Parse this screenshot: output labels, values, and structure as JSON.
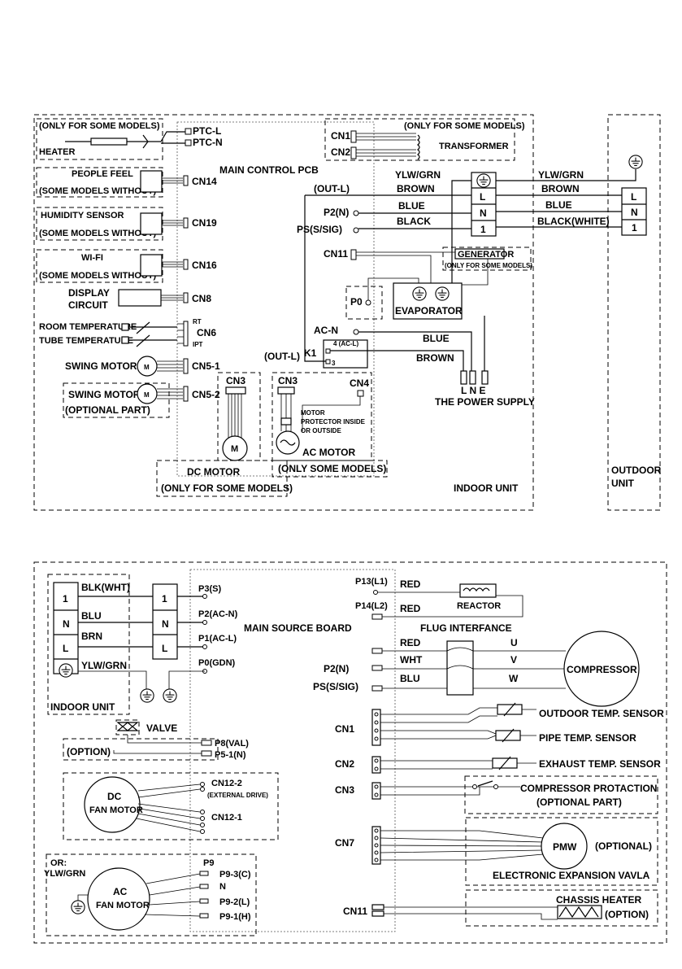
{
  "indoor": {
    "only_some_models_heater": "(ONLY FOR SOME MODELS)",
    "heater": "HEATER",
    "ptc_l": "PTC-L",
    "ptc_n": "PTC-N",
    "cn1": "CN1",
    "cn2": "CN2",
    "only_some_models_transformer": "(ONLY FOR SOME MODELS)",
    "transformer": "TRANSFORMER",
    "people_feel": "PEOPLE FEEL",
    "some_models_without": "(SOME MODELS WITHOUT)",
    "cn14": "CN14",
    "main_control_pcb": "MAIN CONTROL PCB",
    "humidity_sensor": "HUMIDITY SENSOR",
    "cn19": "CN19",
    "wifi": "WI-FI",
    "cn16": "CN16",
    "display_circuit_1": "DISPLAY",
    "display_circuit_2": "CIRCUIT",
    "cn8": "CN8",
    "room_temperature": "ROOM TEMPERATURE",
    "tube_temperature": "TUBE TEMPERATURE",
    "rt": "RT",
    "cn6": "CN6",
    "ipt": "IPT",
    "swing_motor": "SWING MOTOR",
    "cn5_1": "CN5-1",
    "swing_motor_opt": "SWING MOTOR",
    "optional_part": "(OPTIONAL PART)",
    "cn5_2": "CN5-2",
    "m": "M",
    "cn3_dc": "CN3",
    "dc_motor": "DC MOTOR",
    "only_some_models_dc": "(ONLY FOR SOME MODELS)",
    "cn3_ac": "CN3",
    "cn4": "CN4",
    "motor_protector_1": "MOTOR",
    "motor_protector_2": "PROTECTOR INSIDE",
    "motor_protector_3": "OR OUTSIDE",
    "ac_motor": "AC MOTOR",
    "only_some_models_ac": "(ONLY SOME MODELS)",
    "out_l_top": "(OUT-L)",
    "out_l_bottom": "(OUT-L)",
    "ylw_grn": "YLW/GRN",
    "brown": "BROWN",
    "blue": "BLUE",
    "black": "BLACK",
    "p2n": "P2(N)",
    "ps": "PS(S/SIG)",
    "cn11": "CN11",
    "generator": "GENERATOR",
    "only_some_models_gen": "(ONLY FOR SOME MODELS)",
    "p0": "P0",
    "evaporator": "EVAPORATOR",
    "ac_n": "AC-N",
    "k1": "K1",
    "relay_4": "4 (AC-L)",
    "relay_3": "3",
    "blue_ps": "BLUE",
    "brown_ps": "BROWN",
    "lne": "L N E",
    "power_supply": "THE POWER SUPPLY",
    "indoor_unit": "INDOOR UNIT",
    "term_l": "L",
    "term_n": "N",
    "term_1": "1",
    "out_ylw_grn": "YLW/GRN",
    "out_brown": "BROWN",
    "out_blue": "BLUE",
    "out_black_white": "BLACK(WHITE)",
    "outdoor_unit_1": "OUTDOOR",
    "outdoor_unit_2": "UNIT"
  },
  "outdoor": {
    "blk_wht": "BLK(WHT)",
    "blu": "BLU",
    "brn": "BRN",
    "ylw_grn": "YLW/GRN",
    "t1": "1",
    "tn": "N",
    "tl": "L",
    "p3s": "P3(S)",
    "p2acn": "P2(AC-N)",
    "p1acl": "P1(AC-L)",
    "p0gdn": "P0(GDN)",
    "indoor_unit": "INDOOR UNIT",
    "main_source_board": "MAIN SOURCE BOARD",
    "valve": "VALVE",
    "option_valve": "(OPTION)",
    "p8val": "P8(VAL)",
    "p51n": "P5-1(N)",
    "dc_fan_1": "DC",
    "dc_fan_2": "FAN MOTOR",
    "cn12_2": "CN12-2",
    "external_drive": "(EXTERNAL DRIVE)",
    "cn12_1": "CN12-1",
    "or": "OR:",
    "or_ylw_grn": "YLW/GRN",
    "ac_fan_1": "AC",
    "ac_fan_2": "FAN MOTOR",
    "p9": "P9",
    "p93c": "P9-3(C)",
    "p9n": "N",
    "p92l": "P9-2(L)",
    "p91h": "P9-1(H)",
    "p13": "P13(L1)",
    "p14": "P14(L2)",
    "red1": "RED",
    "red2": "RED",
    "reactor": "REACTOR",
    "flug_interface": "FLUG INTERFANCE",
    "red3": "RED",
    "wht": "WHT",
    "blu2": "BLU",
    "u": "U",
    "v": "V",
    "w": "W",
    "compressor": "COMPRESSOR",
    "p2n": "P2(N)",
    "ps": "PS(S/SIG)",
    "cn1": "CN1",
    "outdoor_temp": "OUTDOOR TEMP. SENSOR",
    "pipe_temp": "PIPE TEMP. SENSOR",
    "cn2": "CN2",
    "exhaust_temp": "EXHAUST TEMP. SENSOR",
    "cn3": "CN3",
    "comp_prot_1": "COMPRESSOR PROTACTION",
    "comp_prot_2": "(OPTIONAL PART)",
    "cn7": "CN7",
    "pmw": "PMW",
    "optional_pmw": "(OPTIONAL)",
    "eev": "ELECTRONIC EXPANSION VAVLA",
    "cn11": "CN11",
    "chassis_heater": "CHASSIS HEATER",
    "option_heater": "(OPTION)"
  }
}
